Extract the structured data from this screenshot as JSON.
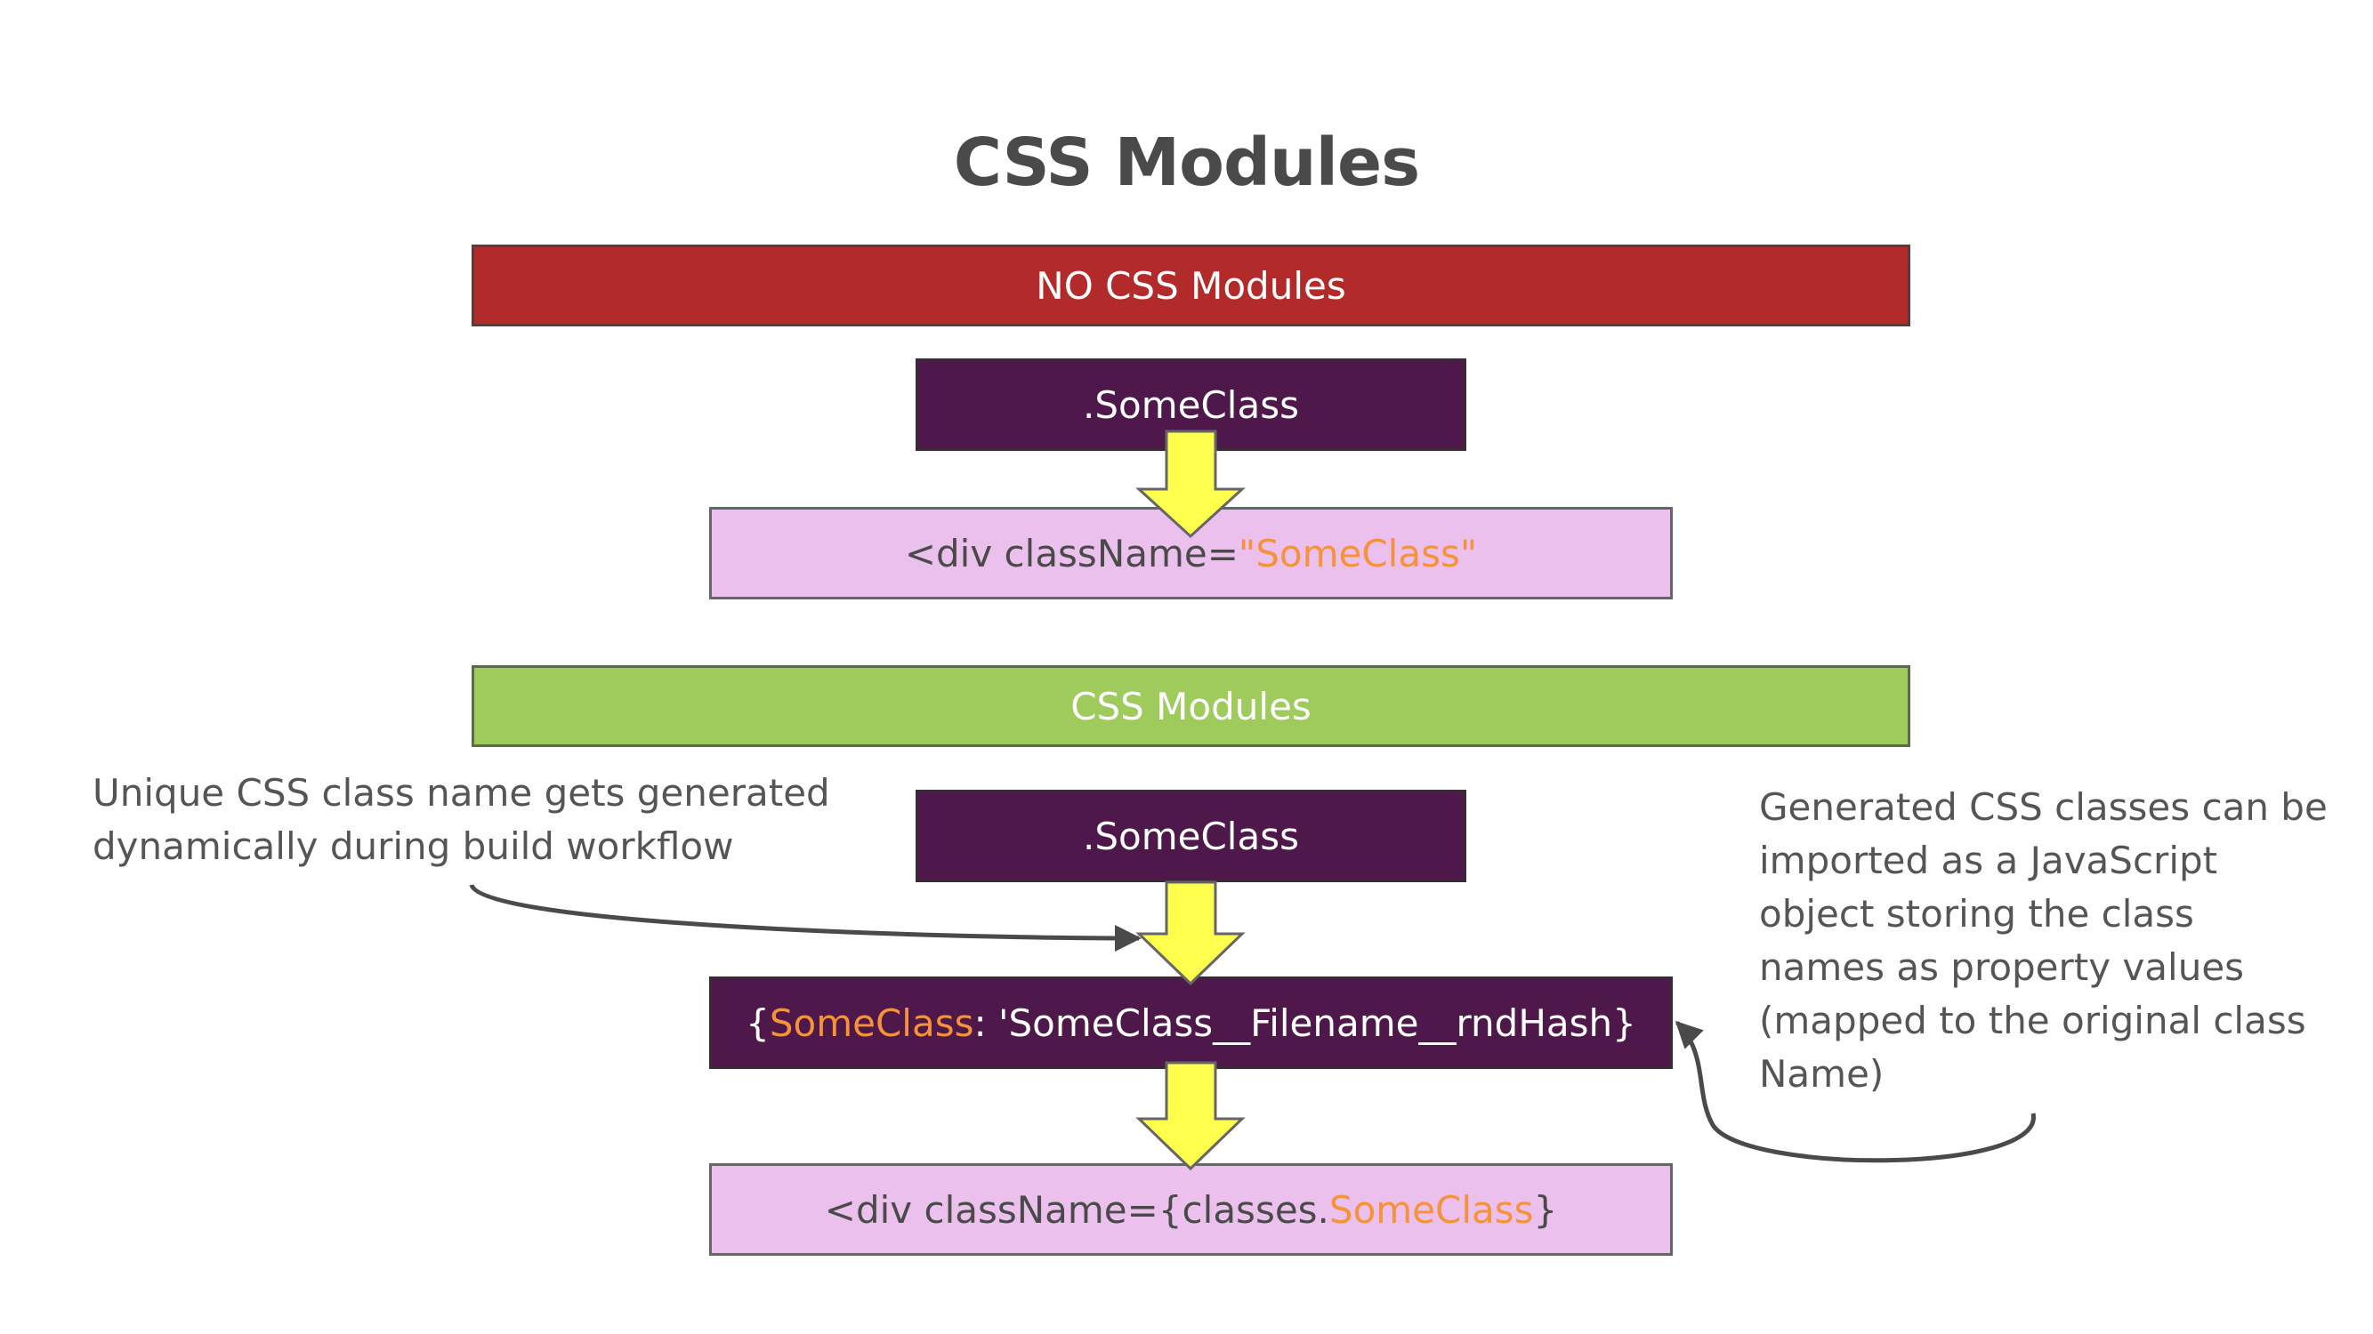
{
  "title": "CSS Modules",
  "banner_no_modules": "NO CSS Modules",
  "banner_modules": "CSS Modules",
  "no_modules": {
    "class_box": ".SomeClass",
    "div_prefix": "<div className=",
    "div_value": "\"SomeClass\""
  },
  "modules": {
    "class_box": ".SomeClass",
    "object_open": "{",
    "object_key": "SomeClass",
    "object_rest": ": 'SomeClass__Filename__rndHash}",
    "div_prefix": "<div className={classes.",
    "div_key": "SomeClass",
    "div_suffix": "}"
  },
  "notes": {
    "left": "Unique CSS class name gets generated dynamically during build workflow",
    "right": "Generated CSS classes can be imported as a JavaScript object storing the class names as property values (mapped to the original class Name)"
  },
  "colors": {
    "red_banner": "#b22a2a",
    "green_banner": "#9fca5c",
    "dark_box": "#4f184b",
    "pink_box": "#ecc0ec",
    "arrow": "#ffff4d",
    "highlight": "#f5923a"
  }
}
